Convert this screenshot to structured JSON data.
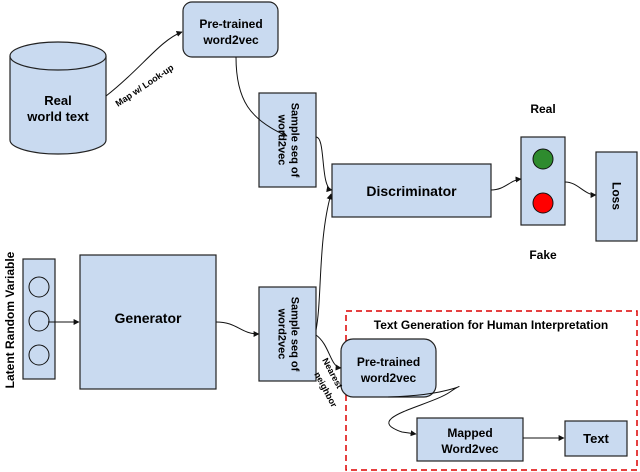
{
  "nodes": {
    "real_world_text": {
      "line1": "Real",
      "line2": "world text"
    },
    "pretrained_top": {
      "line1": "Pre-trained",
      "line2": "word2vec"
    },
    "sample_top": {
      "line1": "Sample seq of",
      "line2": "word2vec"
    },
    "discriminator": "Discriminator",
    "generator": "Generator",
    "sample_bottom": {
      "line1": "Sample seq of",
      "line2": "word2vec"
    },
    "loss": "Loss",
    "pretrained_bottom": {
      "line1": "Pre-trained",
      "line2": "word2vec"
    },
    "mapped": {
      "line1": "Mapped",
      "line2": "Word2vec"
    },
    "text": "Text"
  },
  "labels": {
    "real": "Real",
    "fake": "Fake",
    "latent": "Latent Random Variable",
    "map_lookup": "Map w/ Look-up",
    "nearest_1": "Nearest",
    "nearest_2": "neighbor",
    "group_title": "Text Generation for Human Interpretation"
  },
  "colors": {
    "box_fill": "#c9daf0",
    "real_light": "#2e8b2e",
    "fake_light": "#ff0000",
    "group_border": "#dd0000"
  }
}
